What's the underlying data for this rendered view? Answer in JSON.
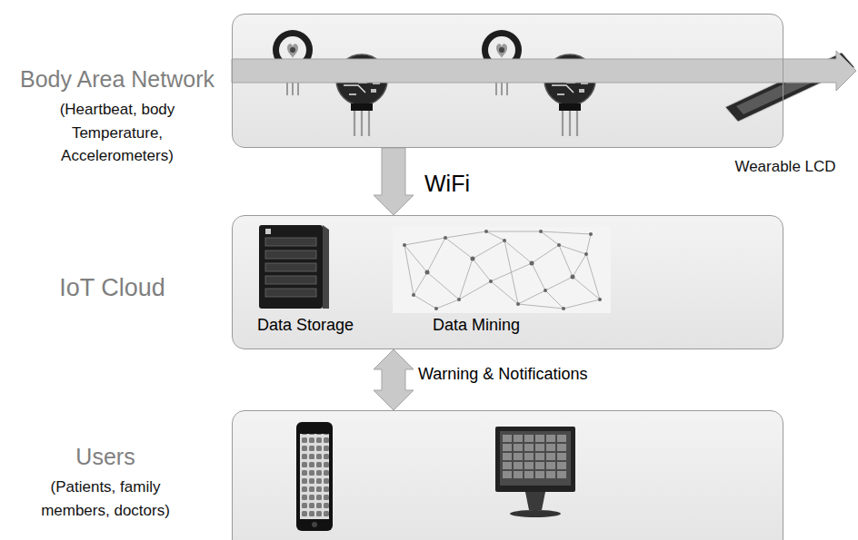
{
  "diagram": {
    "nodes": [
      {
        "text": [
          "Body Area Network",
          "(Heartbeat, body Temperature, Accelerometers)"
        ]
      },
      {
        "text": [
          "Wearable LCD"
        ]
      },
      {
        "text": [
          "IoT Cloud"
        ]
      },
      {
        "text": [
          "Users",
          "(Patients, family members, doctors)"
        ]
      }
    ],
    "edges": [
      {
        "from": 0,
        "to": 1,
        "arrow": "to"
      },
      {
        "from": 0,
        "to": 2,
        "label": "WiFi",
        "arrow": "to"
      },
      {
        "from": 2,
        "to": 3,
        "label": "Warning & Notifications",
        "arrow": "both"
      }
    ],
    "labels": [
      "Data Storage",
      "Data Mining"
    ]
  }
}
